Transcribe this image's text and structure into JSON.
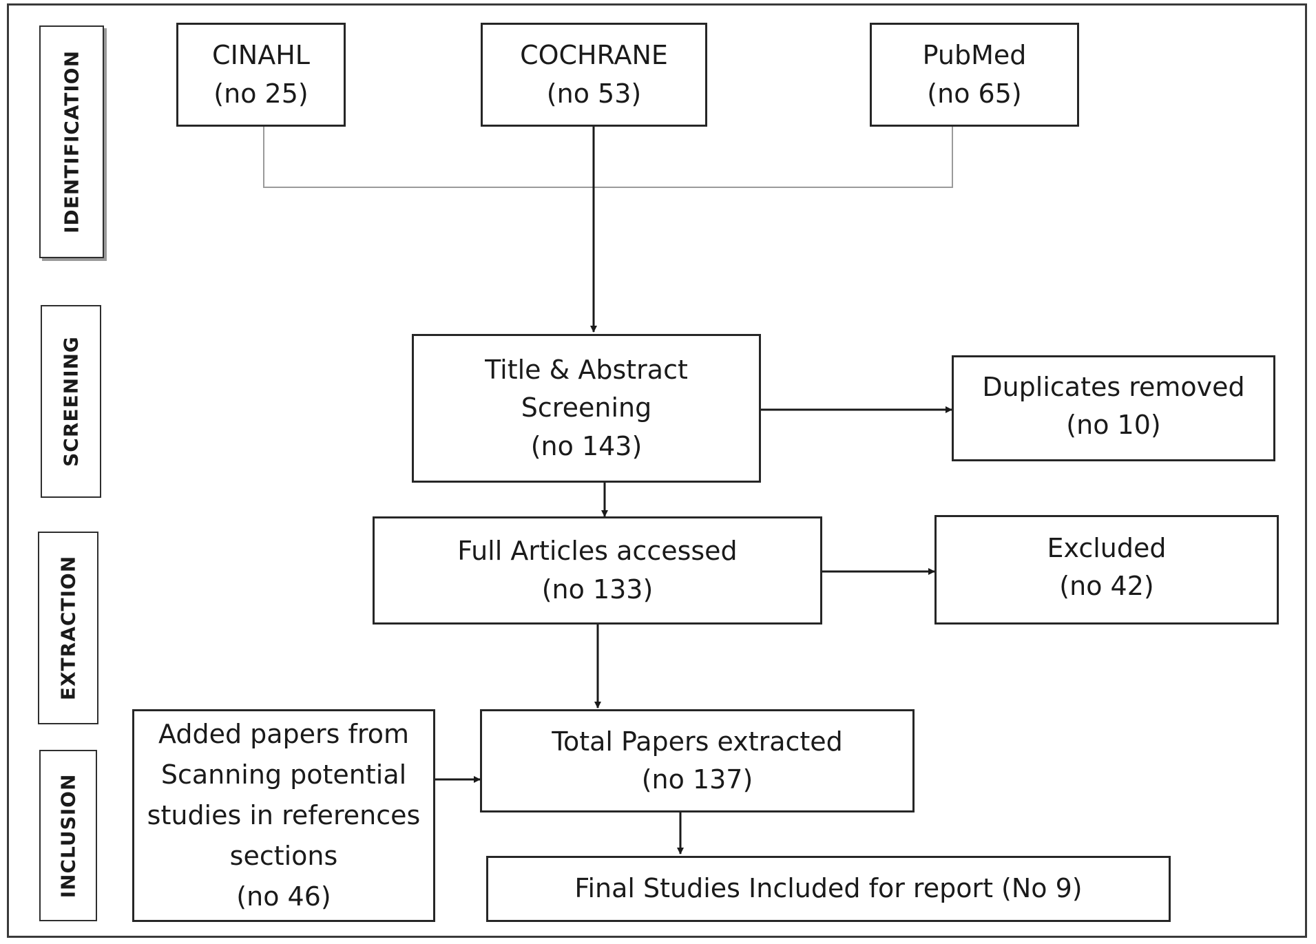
{
  "stages": {
    "identification": "IDENTIFICATION",
    "screening": "SCREENING",
    "extraction": "EXTRACTION",
    "inclusion": "INCLUSION"
  },
  "sources": {
    "cinahl": {
      "name": "CINAHL",
      "count": "(no 25)"
    },
    "cochrane": {
      "name": "COCHRANE",
      "count": "(no 53)"
    },
    "pubmed": {
      "name": "PubMed",
      "count": "(no 65)"
    }
  },
  "screening": {
    "title_abstract": {
      "line1": "Title & Abstract",
      "line2": "Screening",
      "count": "(no 143)"
    },
    "duplicates": {
      "label": "Duplicates removed",
      "count": "(no 10)"
    }
  },
  "extraction": {
    "full_articles": {
      "label": "Full Articles accessed",
      "count": "(no 133)"
    },
    "excluded": {
      "label": "Excluded",
      "count": "(no 42)"
    }
  },
  "inclusion": {
    "added_papers": {
      "line1": "Added papers from",
      "line2": "Scanning potential",
      "line3": "studies in references",
      "line4": "sections",
      "count": "(no 46)"
    },
    "total_papers": {
      "label": "Total Papers extracted",
      "count": "(no 137)"
    },
    "final_studies": {
      "label": "Final Studies Included for report (No 9)"
    }
  }
}
